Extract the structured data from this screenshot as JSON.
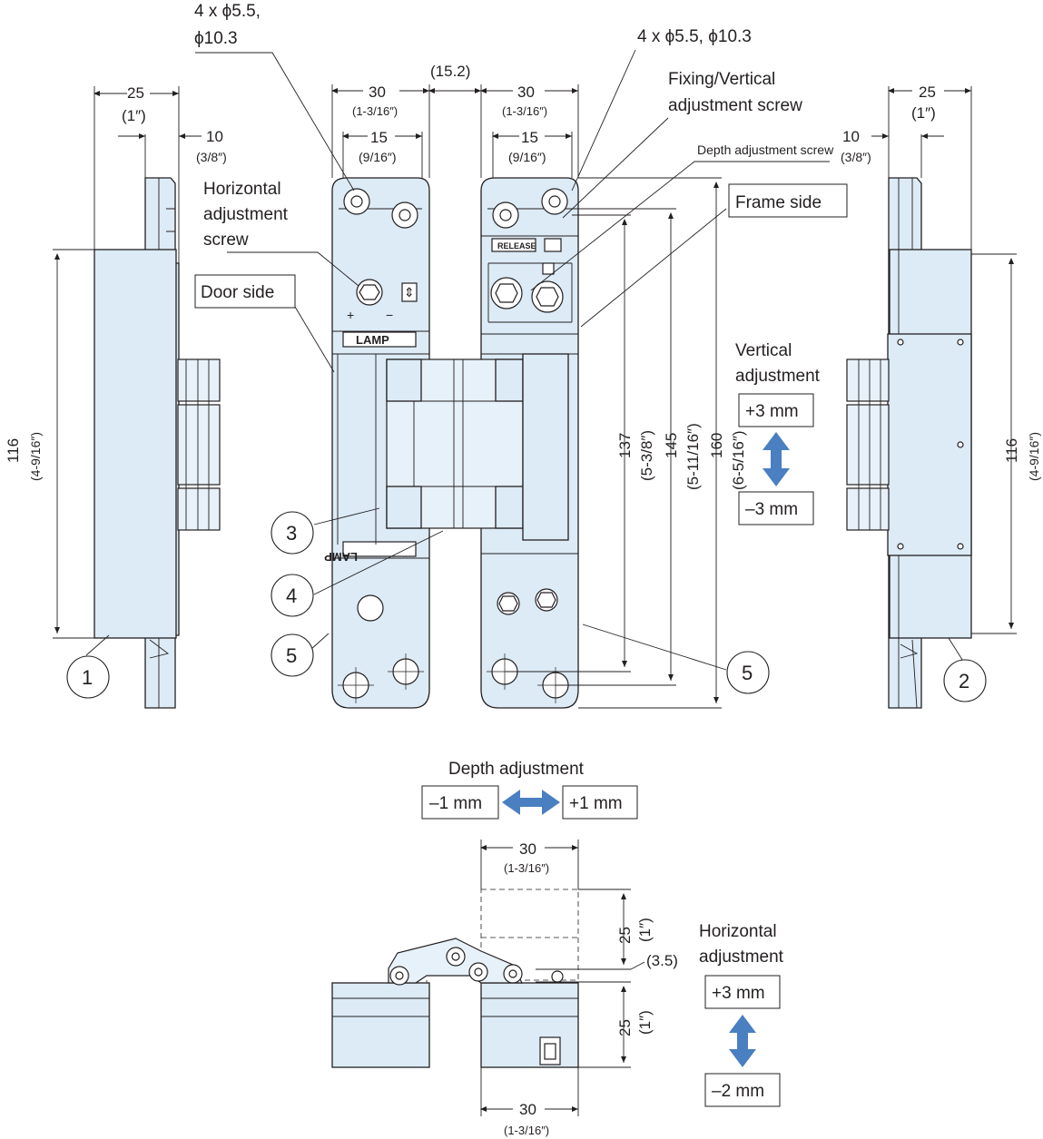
{
  "labels": {
    "screw_left_dia": "4 x ϕ5.5,",
    "screw_left_dia2": "ϕ10.3",
    "screw_right_dia": "4 x ϕ5.5, ϕ10.3",
    "fixing_vertical_1": "Fixing/Vertical",
    "fixing_vertical_2": "adjustment screw",
    "depth_screw": "Depth adjustment screw",
    "frame_side": "Frame side",
    "door_side": "Door side",
    "horiz_screw_1": "Horizontal",
    "horiz_screw_2": "adjustment",
    "horiz_screw_3": "screw",
    "vertical_adj_1": "Vertical",
    "vertical_adj_2": "adjustment",
    "vertical_plus": "+3 mm",
    "vertical_minus": "–3 mm",
    "depth_adj": "Depth adjustment",
    "depth_minus": "–1 mm",
    "depth_plus": "+1 mm",
    "horizontal_adj_1": "Horizontal",
    "horizontal_adj_2": "adjustment",
    "horizontal_plus": "+3 mm",
    "horizontal_minus": "–2 mm",
    "lamp": "LAMP",
    "release": "RELEASE"
  },
  "dimensions": {
    "d25": "25",
    "d25_in": "(1″)",
    "d10": "10",
    "d10_in": "(3/8″)",
    "d30": "30",
    "d30_in": "(1-3/16″)",
    "d15": "15",
    "d15_in": "(9/16″)",
    "gap": "(15.2)",
    "d116": "116",
    "d116_in": "(4-9/16″)",
    "d137": "137",
    "d137_in": "(5-3/8″)",
    "d145": "145",
    "d145_in": "(5-11/16″)",
    "d160": "160",
    "d160_in": "(6-5/16″)",
    "d3_5": "(3.5)",
    "d25b": "25",
    "d25b_in": "(1″)"
  },
  "callouts": [
    "1",
    "2",
    "3",
    "4",
    "5"
  ],
  "colors": {
    "part_fill": "#dcebf6",
    "arrow": "#4a7fc1",
    "line": "#231f20"
  }
}
